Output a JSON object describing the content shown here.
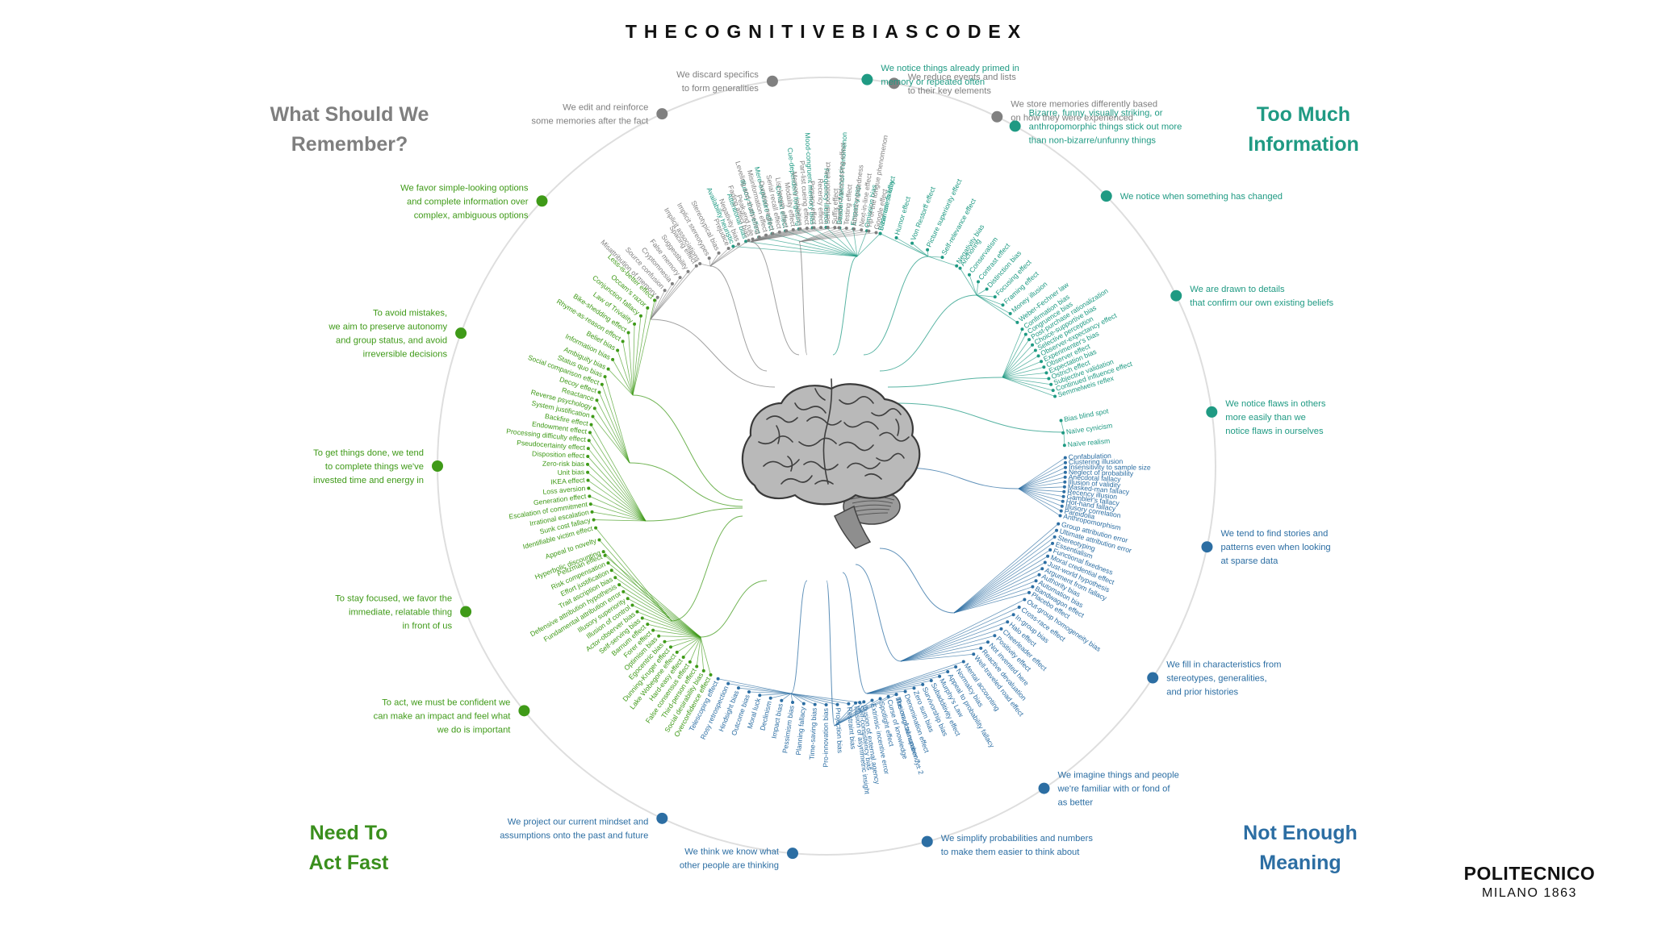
{
  "title": "THECOGNITIVEBIASCODEX",
  "quadrants": {
    "remember": {
      "line1": "What Should We",
      "line2": "Remember?"
    },
    "information": {
      "line1": "Too Much",
      "line2": "Information"
    },
    "act": {
      "line1": "Need To",
      "line2": "Act Fast"
    },
    "meaning": {
      "line1": "Not Enough",
      "line2": "Meaning"
    }
  },
  "colors": {
    "remember": "#808080",
    "information": "#1f9a83",
    "meaning": "#2c6ea3",
    "act": "#3f9a18",
    "ring": "#dddddd"
  },
  "brain": {
    "icon": "brain-icon"
  },
  "institution": {
    "name": "POLITECNICO",
    "subtitle": "MILANO 1863"
  },
  "groups": [
    {
      "id": "g1",
      "category": "information",
      "text": "We notice things already primed in|memory or repeated often",
      "biases": [
        "Availability heuristic",
        "Attentional bias",
        "Illusory truth effect",
        "Mere-exposure effect",
        "Context effect",
        "Cue-dependent forgetting",
        "Mood-congruent memory bias",
        "Frequency illusion",
        "Baader-Meinhof Phenomenon",
        "Empathy gap",
        "Omission bias",
        "Base rate fallacy"
      ]
    },
    {
      "id": "g2",
      "category": "information",
      "text": "Bizarre, funny, visually striking, or|anthropomorphic things stick out more|than non-bizarre/unfunny things",
      "biases": [
        "Bizarreness effect",
        "Humor effect",
        "Von Restorff effect",
        "Picture superiority effect",
        "Self-relevance effect",
        "Negativity bias"
      ]
    },
    {
      "id": "g3",
      "category": "information",
      "text": "We notice when something has changed",
      "biases": [
        "Anchoring",
        "Conservatism",
        "Contrast effect",
        "Distinction bias",
        "Focusing effect",
        "Framing effect",
        "Money illusion",
        "Weber-Fechner law"
      ]
    },
    {
      "id": "g4",
      "category": "information",
      "text": "We are drawn to details|that confirm our own existing beliefs",
      "biases": [
        "Confirmation bias",
        "Congruence bias",
        "Post-purchase rationalization",
        "Choice-supportive bias",
        "Selective perception",
        "Observer-expectancy effect",
        "Experimenter's bias",
        "Observer effect",
        "Expectation bias",
        "Ostrich effect",
        "Subjective validation",
        "Continued influence effect",
        "Semmelweis reflex"
      ]
    },
    {
      "id": "g5",
      "category": "information",
      "text": "We notice flaws in others|more easily than we|notice flaws in ourselves",
      "biases": [
        "Bias blind spot",
        "Naïve cynicism",
        "Naïve realism"
      ]
    },
    {
      "id": "g6",
      "category": "meaning",
      "text": "We tend to find stories and|patterns even when looking|at sparse data",
      "biases": [
        "Confabulation",
        "Clustering illusion",
        "Insensitivity to sample size",
        "Neglect of probability",
        "Anecdotal fallacy",
        "Illusion of validity",
        "Masked-man fallacy",
        "Recency illusion",
        "Gambler's fallacy",
        "Hot-hand fallacy",
        "Illusory correlation",
        "Pareidolia",
        "Anthropomorphism"
      ]
    },
    {
      "id": "g7",
      "category": "meaning",
      "text": "We fill in characteristics from|stereotypes, generalities,|and prior histories",
      "biases": [
        "Group attribution error",
        "Ultimate attribution error",
        "Stereotyping",
        "Essentialism",
        "Functional fixedness",
        "Moral credential effect",
        "Just-world hypothesis",
        "Argument from fallacy",
        "Authority bias",
        "Automation bias",
        "Bandwagon effect",
        "Placebo effect"
      ]
    },
    {
      "id": "g8",
      "category": "meaning",
      "text": "We imagine things and people|we're familiar with or fond of|as better",
      "biases": [
        "Out-group homogeneity bias",
        "Cross-race effect",
        "In-group bias",
        "Halo effect",
        "Cheerleader effect",
        "Positivity effect",
        "Not invented here",
        "Reactive devaluation",
        "Well-traveled road effect"
      ]
    },
    {
      "id": "g9",
      "category": "meaning",
      "text": "We simplify probabilities and numbers|to make them easier to think about",
      "biases": [
        "Mental accounting",
        "Normalcy bias",
        "Appeal to probability fallacy",
        "Murphy's Law",
        "Subadditivity effect",
        "Survivorship bias",
        "Zero sum bias",
        "Denomination effect",
        "The magical number 7 ± 2"
      ]
    },
    {
      "id": "g10",
      "category": "meaning",
      "text": "We think we know what|other people are thinking",
      "biases": [
        "Illusion of transparency",
        "Curse of knowledge",
        "Spotlight effect",
        "Extrinsic incentive error",
        "Illusion of external agency",
        "Illusion of asymmetric insight"
      ]
    },
    {
      "id": "g11",
      "category": "meaning",
      "text": "We project our current mindset and|assumptions onto the past and future",
      "biases": [
        "Self-consistency bias",
        "Restraint bias",
        "Projection bias",
        "Pro-innovation bias",
        "Time-saving bias",
        "Planning fallacy",
        "Pessimism bias",
        "Impact bias",
        "Declinism",
        "Moral luck",
        "Outcome bias",
        "Hindsight bias",
        "Rosy retrospection",
        "Telescoping effect"
      ]
    },
    {
      "id": "g12",
      "category": "act",
      "text": "To act, we must be confident we|can make an impact and feel what|we do is important",
      "biases": [
        "Overconfidence effect",
        "Social desirability bias",
        "Third-person effect",
        "False consensus effect",
        "Hard-easy effect",
        "Lake Wobegone effect",
        "Dunning-Kruger effect",
        "Egocentric bias",
        "Optimism bias",
        "Forer effect",
        "Barnum effect",
        "Self-serving bias",
        "Actor-observer bias",
        "Illusion of control",
        "Illusory superiority",
        "Fundamental attribution error",
        "Defensive attribution hypothesis",
        "Trait ascription bias",
        "Effort justification",
        "Risk compensation",
        "Peltzman effect"
      ]
    },
    {
      "id": "g13",
      "category": "act",
      "text": "To stay focused, we favor the|immediate, relatable thing|in front of us",
      "biases": [
        "Hyperbolic discounting",
        "Appeal to novelty",
        "Identifiable victim effect"
      ]
    },
    {
      "id": "g14",
      "category": "act",
      "text": "To get things done, we tend|to complete things we've|invested time and energy in",
      "biases": [
        "Sunk cost fallacy",
        "Irrational escalation",
        "Escalation of commitment",
        "Generation effect",
        "Loss aversion",
        "IKEA effect",
        "Unit bias",
        "Zero-risk bias",
        "Disposition effect",
        "Pseudocertainty effect",
        "Processing difficulty effect",
        "Endowment effect",
        "Backfire effect"
      ]
    },
    {
      "id": "g15",
      "category": "act",
      "text": "To avoid mistakes,|we aim to preserve autonomy|and group status, and avoid|irreversible decisions",
      "biases": [
        "System justification",
        "Reverse psychology",
        "Reactance",
        "Decoy effect",
        "Social comparison effect",
        "Status quo bias"
      ]
    },
    {
      "id": "g16",
      "category": "act",
      "text": "We favor simple-looking options|and complete information over|complex, ambiguous options",
      "biases": [
        "Ambiguity bias",
        "Information bias",
        "Belief bias",
        "Rhyme-as-reason effect",
        "Bike-shedding effect",
        "Law of Triviality",
        "Conjunction fallacy",
        "Occam's razor",
        "Less-is-better effect"
      ]
    },
    {
      "id": "g17",
      "category": "remember",
      "text": "We edit and reinforce|some memories after the fact",
      "biases": [
        "Misattribution of memory",
        "Source confusion",
        "Cryptomnesia",
        "False memory",
        "Suggestibility",
        "Spacing effect"
      ]
    },
    {
      "id": "g18",
      "category": "remember",
      "text": "We discard specifics|to form generalities",
      "biases": [
        "Implicit associations",
        "Implicit stereotypes",
        "Stereotypical bias",
        "Prejudice",
        "Negativity bias",
        "Fading affect bias"
      ]
    },
    {
      "id": "g19",
      "category": "remember",
      "text": "We reduce events and lists|to their key elements",
      "biases": [
        "Peak-end rule",
        "Leveling and sharpening",
        "Misinformation effect",
        "Duration neglect",
        "Serial recall effect",
        "List-length effect",
        "Modality effect",
        "Memory inhibition",
        "Part-list cueing effect",
        "Primacy effect",
        "Recency effect",
        "Serial position effect",
        "Suffix effect"
      ]
    },
    {
      "id": "g20",
      "category": "remember",
      "text": "We store memories differently based|on how they were experienced",
      "biases": [
        "Levels of processing effect",
        "Testing effect",
        "Absent-mindedness",
        "Next-in-line effect",
        "Tip of the tongue phenomenon",
        "Google effect"
      ]
    }
  ]
}
